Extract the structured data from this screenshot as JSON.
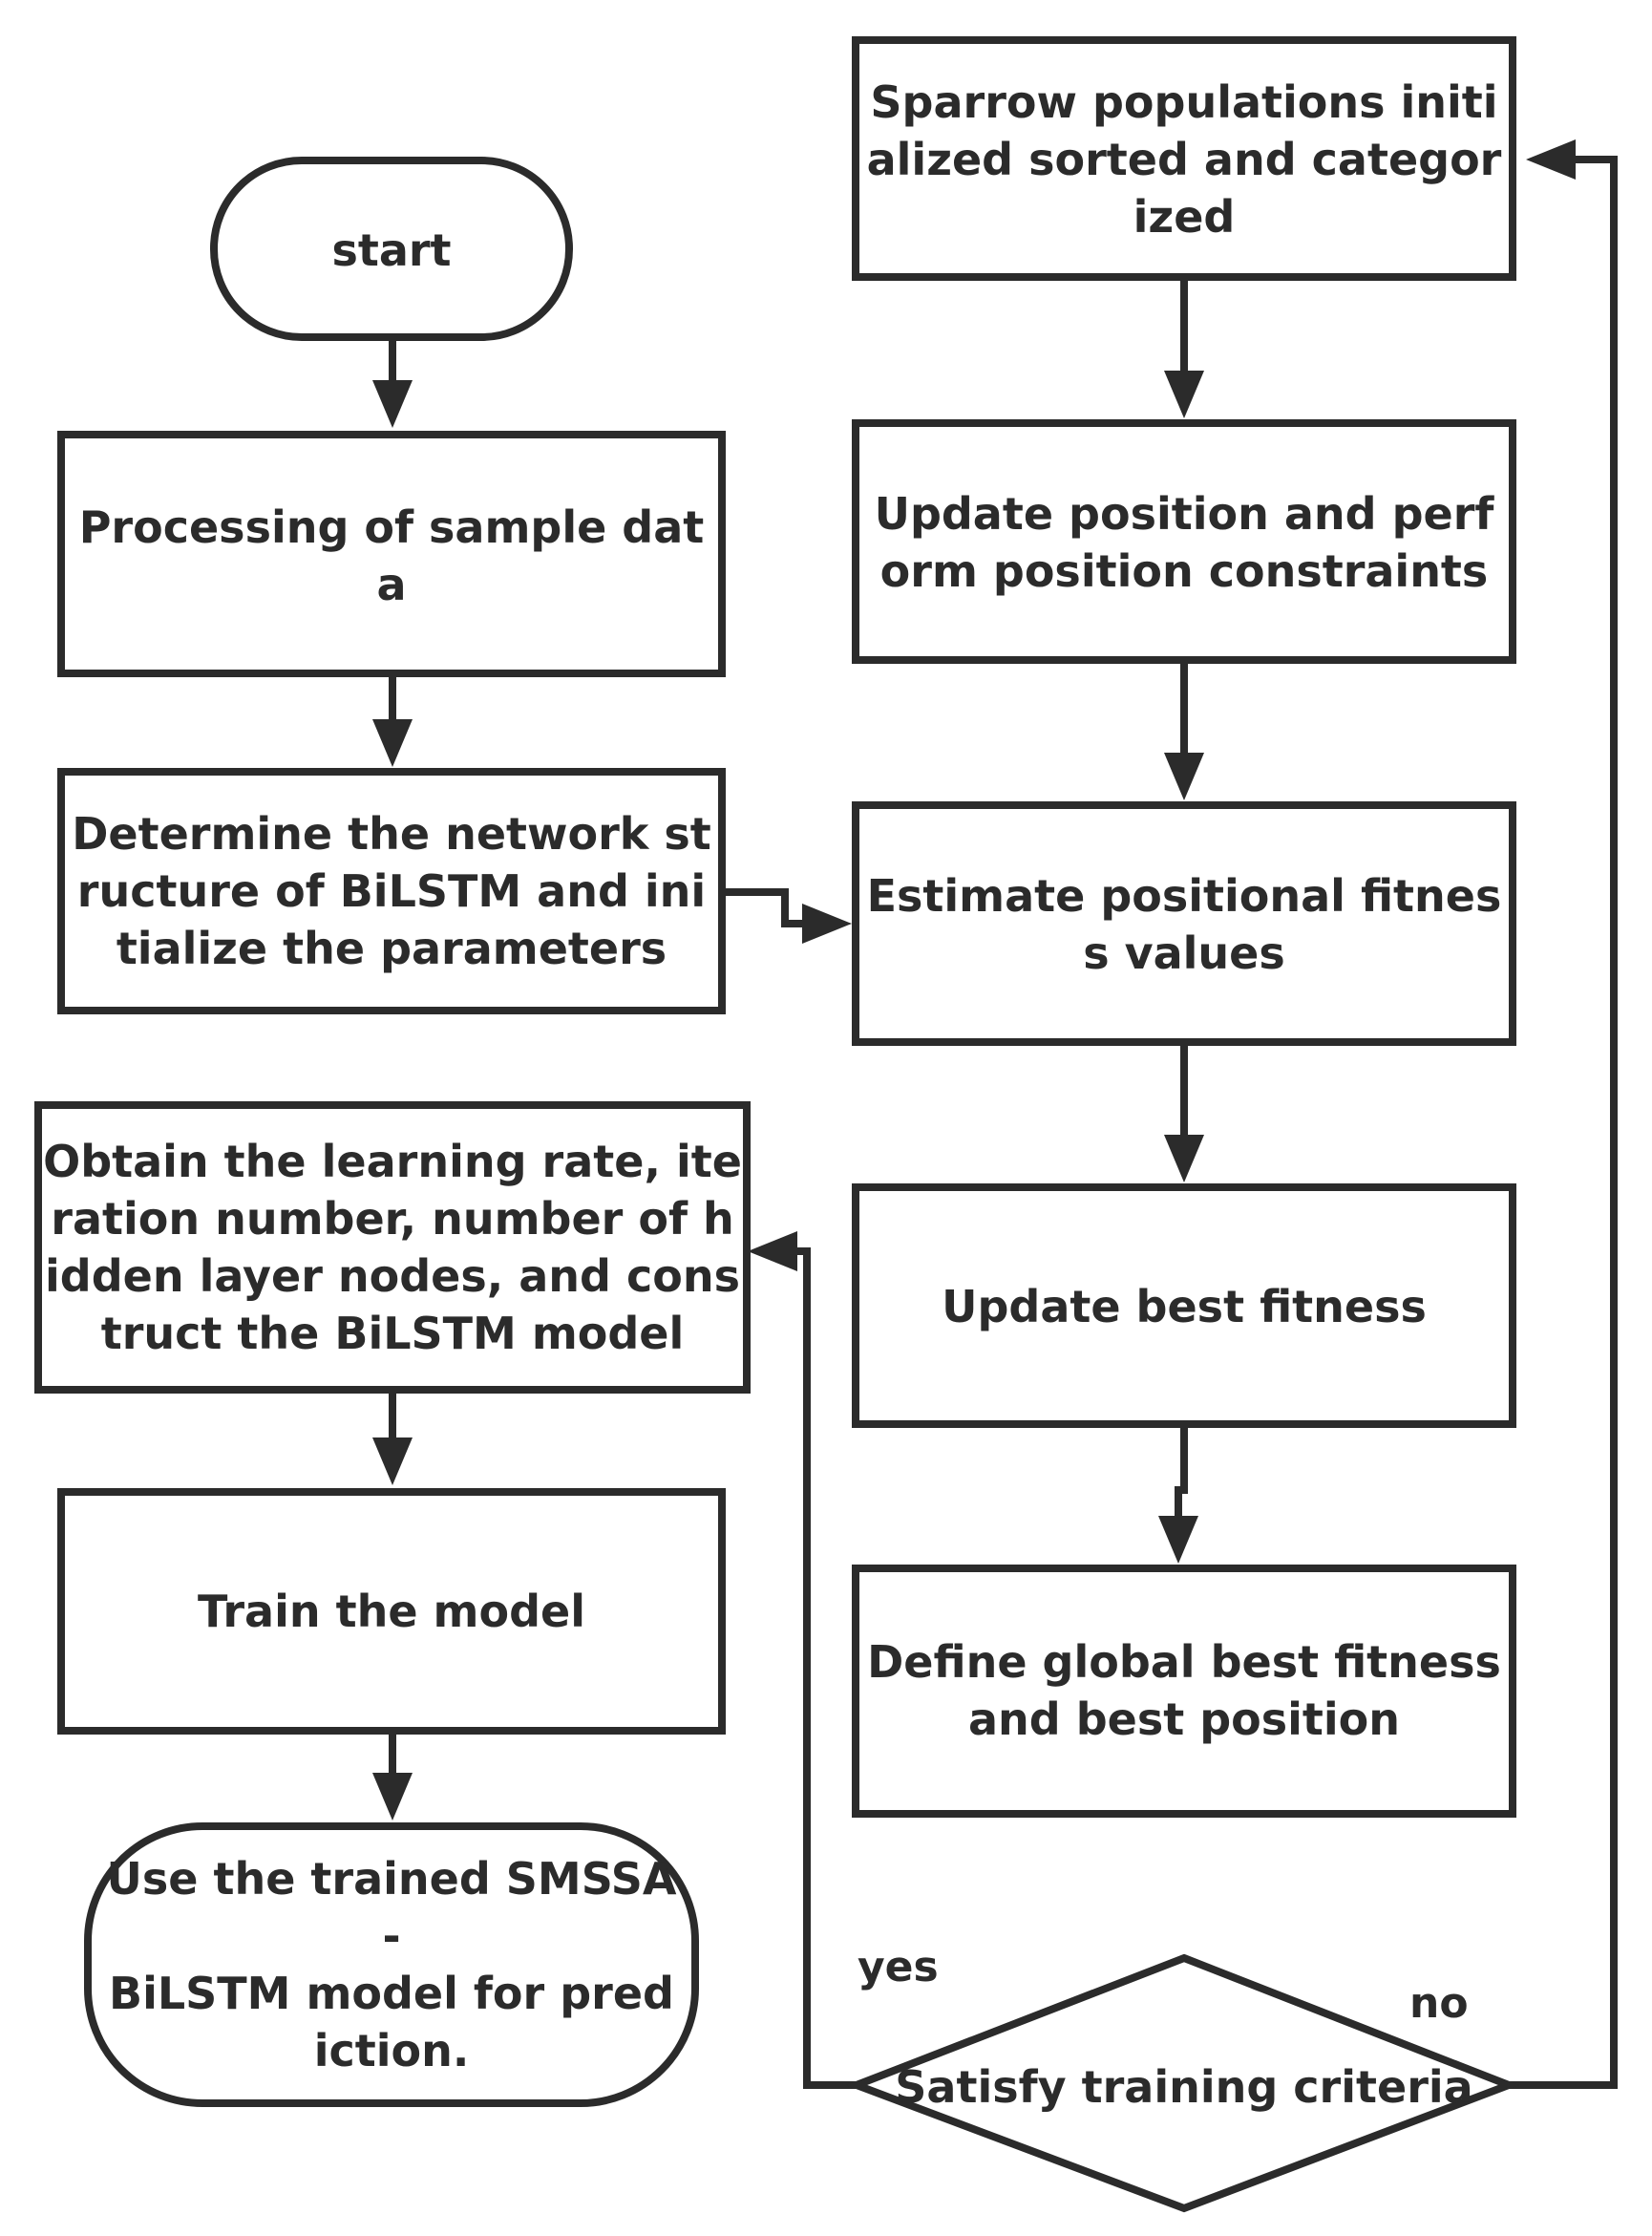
{
  "nodes": {
    "start": {
      "lines": [
        "start"
      ]
    },
    "processing": {
      "lines": [
        "Processing of sample dat",
        "a"
      ]
    },
    "determine": {
      "lines": [
        "Determine the network st",
        "ructure of BiLSTM and ini",
        "tialize the parameters"
      ]
    },
    "obtain": {
      "lines": [
        "Obtain the learning rate, ite",
        "ration number, number of h",
        "idden layer nodes, and cons",
        "truct the BiLSTM model"
      ]
    },
    "train": {
      "lines": [
        "Train the model"
      ]
    },
    "use": {
      "lines": [
        "Use the trained SMSSA",
        "-",
        "BiLSTM model for pred",
        "iction."
      ]
    },
    "sparrow": {
      "lines": [
        "Sparrow populations initi",
        "alized sorted and categor",
        "ized"
      ]
    },
    "update_position": {
      "lines": [
        "Update position and perf",
        "orm position constraints"
      ]
    },
    "estimate": {
      "lines": [
        "Estimate positional fitnes",
        "s values"
      ]
    },
    "update_best": {
      "lines": [
        "Update best fitness"
      ]
    },
    "define": {
      "lines": [
        "Define global best fitness",
        "and best position"
      ]
    },
    "criteria": {
      "lines": [
        "Satisfy training criteria"
      ]
    }
  },
  "edge_labels": {
    "yes": "yes",
    "no": "no"
  },
  "colors": {
    "stroke": "#2b2b2b",
    "text": "#2b2b2b",
    "background": "#ffffff"
  }
}
